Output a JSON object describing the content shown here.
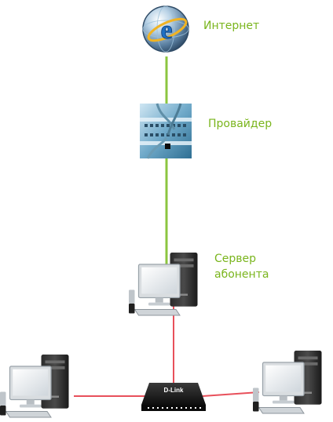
{
  "nodes": {
    "internet": {
      "label": "Интернет",
      "icon": "internet-explorer-globe-icon"
    },
    "provider": {
      "label": "Провайдер",
      "icon": "network-patch-panel-photo"
    },
    "subscriber_server": {
      "label_line1": "Сервер",
      "label_line2": "абонента",
      "icon": "desktop-computer-icon"
    },
    "switch": {
      "brand": "D-Link",
      "icon": "network-switch-icon"
    },
    "client_left": {
      "icon": "desktop-computer-icon"
    },
    "client_right": {
      "icon": "desktop-computer-icon"
    }
  },
  "colors": {
    "label": "#7ab51d",
    "uplink": "#8cc63f",
    "lan": "#e8505b"
  }
}
